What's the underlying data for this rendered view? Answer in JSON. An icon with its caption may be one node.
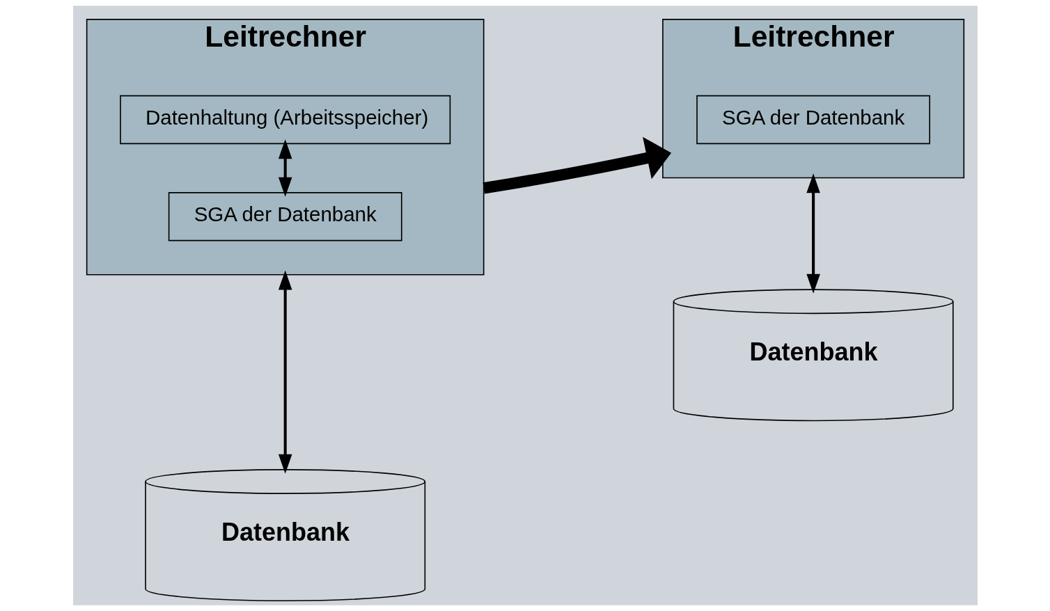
{
  "diagram": {
    "nodes": [
      {
        "text": [
          "Leitrechner"
        ]
      },
      {
        "text": [
          "Datenhaltung (Arbeitsspeicher)"
        ],
        "in": 0
      },
      {
        "text": [
          "SGA der Datenbank"
        ],
        "in": 0
      },
      {
        "text": [
          "Datenbank"
        ]
      },
      {
        "text": [
          "Leitrechner"
        ]
      },
      {
        "text": [
          "SGA der Datenbank"
        ],
        "in": 4
      },
      {
        "text": [
          "Datenbank"
        ]
      }
    ],
    "edges": [
      {
        "from": 1,
        "to": 2,
        "arrow": "both"
      },
      {
        "from": 0,
        "to": 3,
        "arrow": "both"
      },
      {
        "from": 0,
        "to": 4,
        "arrow": "to",
        "style": "thick"
      },
      {
        "from": 4,
        "to": 6,
        "arrow": "both"
      }
    ]
  }
}
